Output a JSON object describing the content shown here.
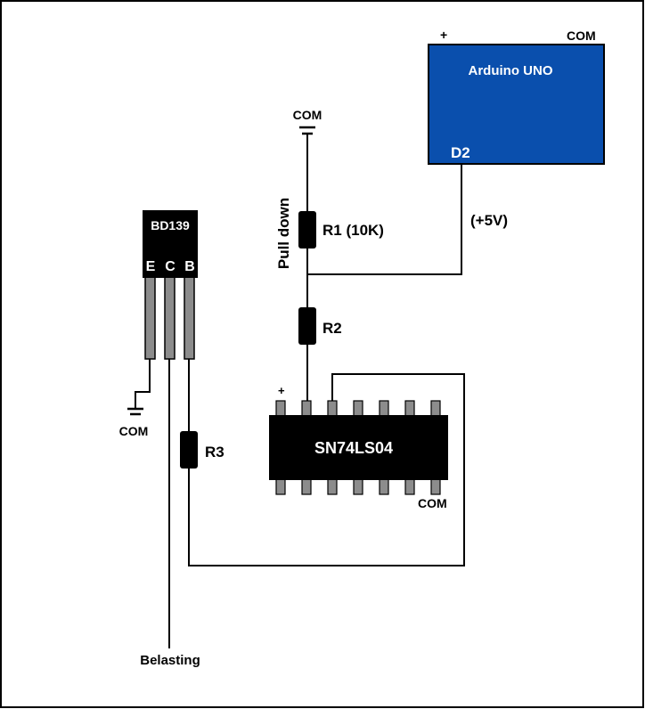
{
  "colors": {
    "arduino_fill": "#0a4fad",
    "wire": "#000000",
    "pin": "#8c8c8c",
    "component": "#000000",
    "label_on_dark": "#ffffff"
  },
  "arduino": {
    "name": "Arduino UNO",
    "plus": "+",
    "com": "COM",
    "pin": "D2"
  },
  "labels": {
    "voltage": "(+5V)",
    "top_com": "COM",
    "pull_down": "Pull down",
    "r1": "R1 (10K)",
    "r2": "R2",
    "r3": "R3",
    "left_com": "COM",
    "load": "Belasting"
  },
  "transistor": {
    "name": "BD139",
    "pins": [
      "E",
      "C",
      "B"
    ]
  },
  "ic": {
    "name": "SN74LS04",
    "plus": "+",
    "com": "COM"
  }
}
